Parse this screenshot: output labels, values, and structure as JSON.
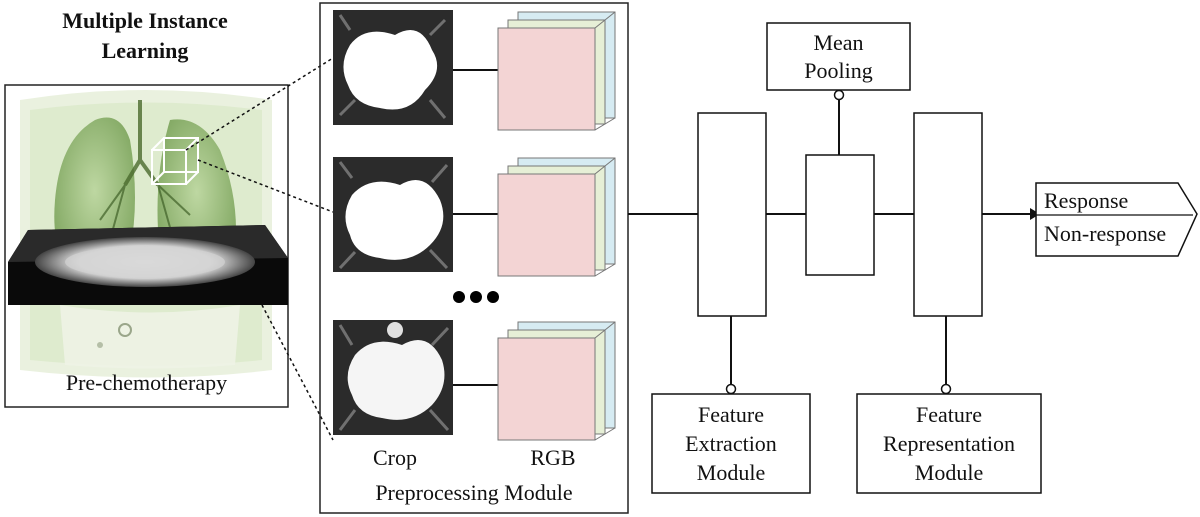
{
  "diagram": {
    "title_line1": "Multiple Instance",
    "title_line2": "Learning",
    "scan_caption": "Pre-chemotherapy",
    "crop_label": "Crop",
    "rgb_label": "RGB",
    "preprocessing_label": "Preprocessing Module",
    "mean_pooling_line1": "Mean",
    "mean_pooling_line2": "Pooling",
    "feature_extraction_line1": "Feature",
    "feature_extraction_line2": "Extraction",
    "feature_extraction_line3": "Module",
    "feature_representation_line1": "Feature",
    "feature_representation_line2": "Representation",
    "feature_representation_line3": "Module",
    "output_response": "Response",
    "output_nonresponse": "Non-response"
  },
  "colors": {
    "lung_green": "#8fb86a",
    "rgb_front": "#f3d4d4",
    "rgb_mid": "#e6efd6",
    "rgb_back": "#d6ebf2"
  }
}
